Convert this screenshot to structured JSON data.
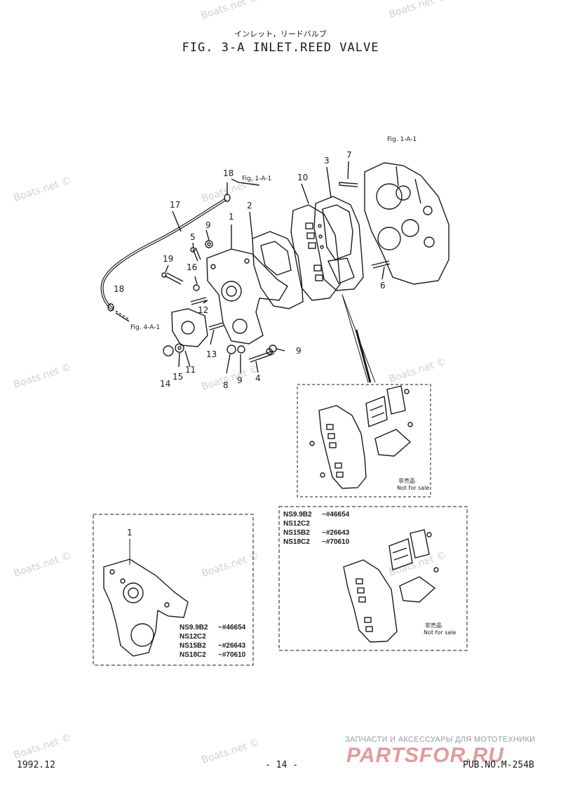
{
  "header": {
    "title_jp": "インレット，リードバルブ",
    "title": "FIG. 3-A INLET.REED VALVE"
  },
  "figure_refs": {
    "fig_1a1_top": "Fig. 1-A-1",
    "fig_1a1_mid": "Fig. 1-A-1",
    "fig_4a1": "Fig. 4-A-1"
  },
  "part_numbers": {
    "p1": "1",
    "p2": "2",
    "p3": "3",
    "p4": "4",
    "p5": "5",
    "p6": "6",
    "p7": "7",
    "p8": "8",
    "p9a": "9",
    "p9b": "9",
    "p9c": "9",
    "p10": "10",
    "p11": "11",
    "p12": "12",
    "p13": "13",
    "p14": "14",
    "p15": "15",
    "p16": "16",
    "p17": "17",
    "p18a": "18",
    "p18b": "18",
    "p19": "19"
  },
  "inset_right": {
    "not_for_sale_jp": "非売品",
    "not_for_sale": "Not for sale"
  },
  "box_left": {
    "versions": [
      {
        "model": "NS9.9B2",
        "serial": "~#46654"
      },
      {
        "model": "NS12C2",
        "serial": ""
      },
      {
        "model": "NS15B2",
        "serial": "~#26643"
      },
      {
        "model": "NS18C2",
        "serial": "~#70610"
      }
    ]
  },
  "box_right": {
    "versions": [
      {
        "model": "NS9.9B2",
        "serial": "~#46654"
      },
      {
        "model": "NS12C2",
        "serial": ""
      },
      {
        "model": "NS15B2",
        "serial": "~#26643"
      },
      {
        "model": "NS18C2",
        "serial": "~#70610"
      }
    ],
    "not_for_sale_jp": "非売品",
    "not_for_sale": "Not for sale"
  },
  "watermark": "Boats.net ©",
  "footer": {
    "date": "1992.12",
    "page": "- 14 -",
    "pub": "PUB.NO.M-254B"
  },
  "brand": {
    "subtitle": "ЗАПЧАСТИ И АКСЕССУАРЫ ДЛЯ МОТОТЕХНИКИ",
    "name": "PARTSFOR.RU"
  }
}
